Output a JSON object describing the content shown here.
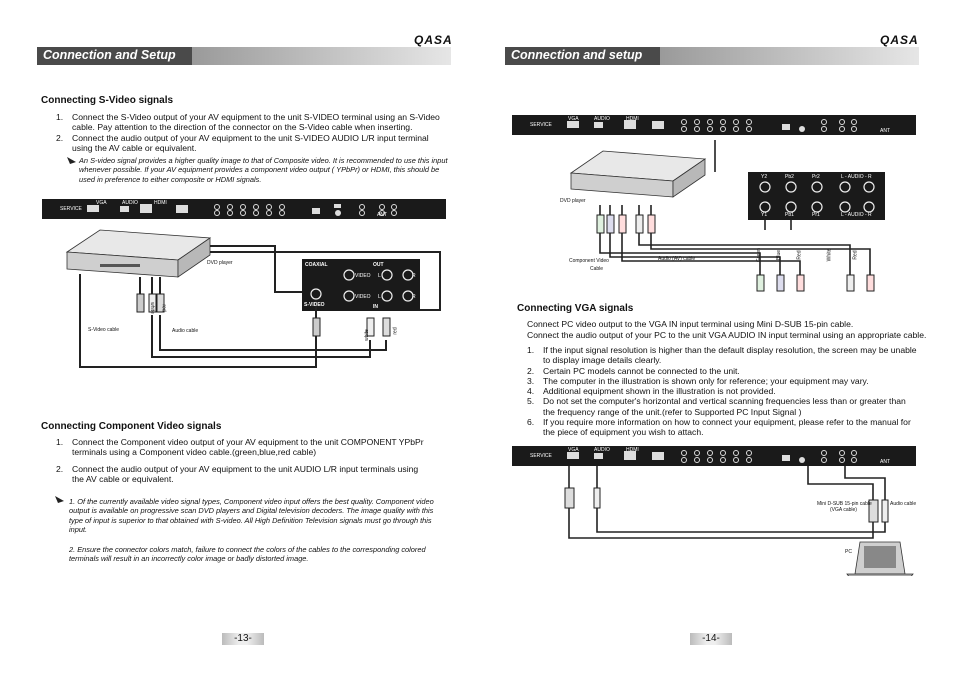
{
  "brand": "QASA",
  "left": {
    "header": "Connection and Setup",
    "svideo": {
      "heading": "Connecting S-Video signals",
      "steps": [
        {
          "num": "1.",
          "text": "Connect the S-Video output of your AV equipment to the unit S-VIDEO terminal using an S-Video cable. Pay attention to the direction of the connector on the S-Video cable when inserting."
        },
        {
          "num": "2.",
          "text": "Connect the audio output of your AV equipment to the unit S-VIDEO AUDIO L/R input terminal using the AV cable or equivalent."
        }
      ],
      "note": "An S-video signal provides a higher quality image to that of Composite video. It is recommended to use this input whenever possible. If your AV equipment provides a component video output ( YPbPr) or HDMI, this should be used in preference to either composite or HDMI signals.",
      "diagram": {
        "dvd_label": "DVD player",
        "svideo_cable": "S-Video cable",
        "audio_cable": "Audio cable",
        "white": "white",
        "red": "red",
        "red2": "red",
        "white2": "white",
        "coaxial": "COAXIAL",
        "out": "OUT",
        "in": "IN",
        "svideo_port": "S-VIDEO",
        "video": "VIDEO",
        "l": "L",
        "r": "R"
      }
    },
    "component": {
      "heading": "Connecting Component Video signals",
      "steps": [
        {
          "num": "1.",
          "text": "Connect the Component video output of your AV equipment to the unit COMPONENT YPbPr terminals using a Component video cable.(green,blue,red cable)"
        },
        {
          "num": "2.",
          "text": "Connect the audio output of your AV equipment to the unit AUDIO L/R input terminals using the AV cable or equivalent."
        }
      ],
      "notes": [
        "1. Of the currently available video signal types, Component video input offers the best quality. Component video output is available on progressive scan DVD players and Digital television decoders. The image quality with this type of input is superior to that obtained with S-video. All High Definition Television signals must go through this input.",
        "2. Ensure the connector colors match, failure to connect the colors of the cables to the corresponding colored terminals will result in an incorrectly color image or badly distorted image."
      ]
    },
    "page_number": "-13-"
  },
  "right": {
    "header": "Connection and setup",
    "component_diagram": {
      "dvd_label": "DVD player",
      "component_cable": "Component Video",
      "cable_word": "Cable",
      "audio_cable": "Audio (AV) cable",
      "green": "Green",
      "blue": "Blue",
      "red": "Red",
      "white": "White",
      "red2": "Red",
      "top_labels": [
        "Y2",
        "Pb2",
        "Pr2",
        "L - AUDIO - R"
      ],
      "bottom_labels": [
        "Y1",
        "Pb1",
        "Pr1",
        "L - AUDIO - R"
      ]
    },
    "vga": {
      "heading": "Connecting VGA signals",
      "intro": [
        "Connect PC video output to the VGA IN input terminal using Mini D-SUB 15-pin cable.",
        "Connect the audio output of your PC to the unit VGA AUDIO IN input terminal using an appropriate cable."
      ],
      "steps": [
        {
          "num": "1.",
          "text": "If the input signal resolution is higher than the default display resolution, the screen may be unable to display image details clearly."
        },
        {
          "num": "2.",
          "text": "Certain PC models cannot be connected to the unit."
        },
        {
          "num": "3.",
          "text": "The computer in the illustration is shown only for reference; your equipment may vary."
        },
        {
          "num": "4.",
          "text": "Additional equipment shown in the illustration is not provided."
        },
        {
          "num": "5.",
          "text": "Do not set the computer's horizontal and vertical scanning frequencies less than or greater than the frequency range of the unit.(refer to Supported PC Input Signal )"
        },
        {
          "num": "6.",
          "text": "If you require more information on how to connect your equipment, please refer to the manual for the piece of equipment you wish to attach."
        }
      ],
      "diagram": {
        "vga_cable": "Mini D-SUB 15-pin cable",
        "vga_cable2": "(VGA cable)",
        "audio_cable": "Audio cable",
        "pc": "PC"
      }
    },
    "page_number": "-14-"
  },
  "panel": {
    "service": "SERVICE",
    "vga": "VGA",
    "audio": "AUDIO",
    "hdmi": "HDMI",
    "ant": "ANT"
  }
}
